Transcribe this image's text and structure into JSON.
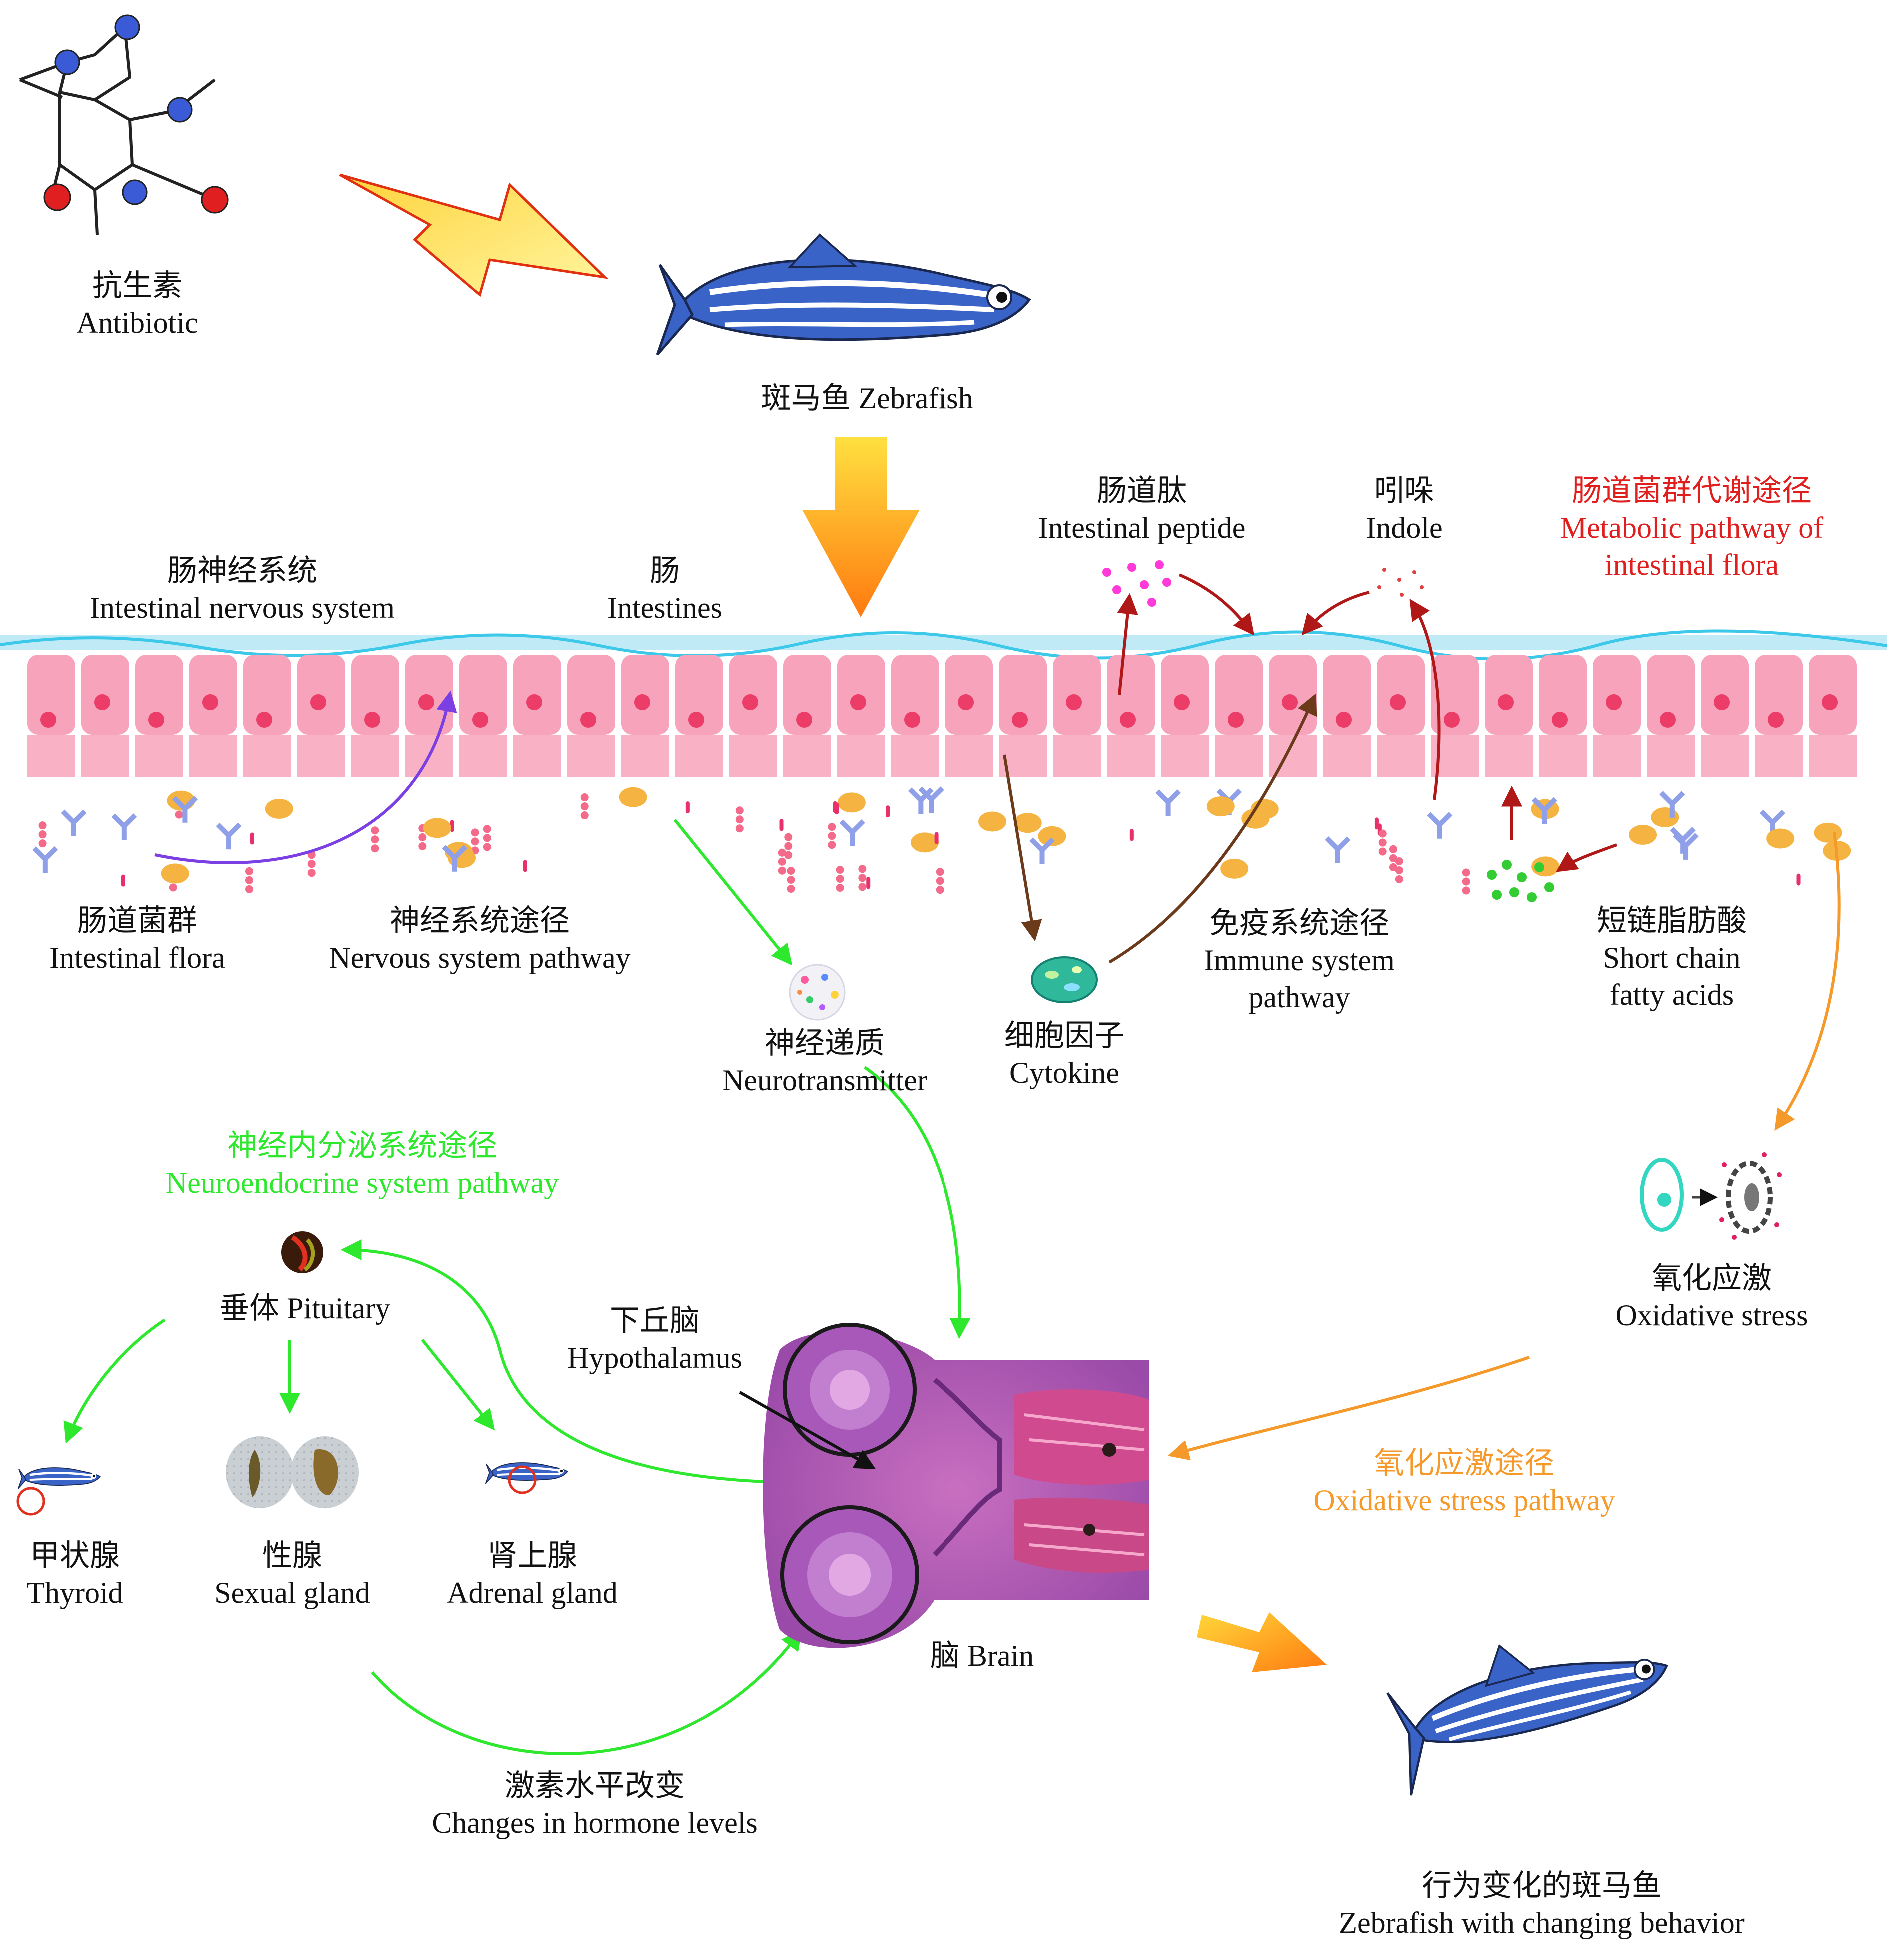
{
  "colors": {
    "green": "#2ee82e",
    "red": "#e01e1e",
    "orange": "#f59a2a",
    "purple": "#7b3fe4",
    "brown": "#6b3a1a",
    "darkred": "#b01818",
    "cell": "#f7a3bb",
    "nucleus": "#ec3d68",
    "mucus": "#3cc8e8",
    "fish_blue": "#3a63c8"
  },
  "icons": [
    "caffeine-molecule-icon",
    "lightning-arrow-icon",
    "zebrafish-icon",
    "down-arrow-icon",
    "brain-section-image",
    "pituitary-icon",
    "gonad-icon",
    "neurotransmitter-icon",
    "cytokine-icon",
    "oxidative-cell-icon"
  ],
  "labels": {
    "antibiotic_cn": "抗生素",
    "antibiotic_en": "Antibiotic",
    "zebrafish": "斑马鱼 Zebrafish",
    "ens_cn": "肠神经系统",
    "ens_en": "Intestinal nervous system",
    "intestines_cn": "肠",
    "intestines_en": "Intestines",
    "peptide_cn": "肠道肽",
    "peptide_en": "Intestinal peptide",
    "indole_cn": "吲哚",
    "indole_en": "Indole",
    "metabolic_cn": "肠道菌群代谢途径",
    "metabolic_en1": "Metabolic pathway of",
    "metabolic_en2": "intestinal flora",
    "flora_cn": "肠道菌群",
    "flora_en": "Intestinal flora",
    "nervous_cn": "神经系统途径",
    "nervous_en": "Nervous system pathway",
    "immune_cn": "免疫系统途径",
    "immune_en1": "Immune system",
    "immune_en2": "pathway",
    "scfa_cn": "短链脂肪酸",
    "scfa_en1": "Short chain",
    "scfa_en2": "fatty acids",
    "neurotransmitter_cn": "神经递质",
    "neurotransmitter_en": "Neurotransmitter",
    "cytokine_cn": "细胞因子",
    "cytokine_en": "Cytokine",
    "neuroendo_cn": "神经内分泌系统途径",
    "neuroendo_en": "Neuroendocrine system pathway",
    "pituitary": "垂体 Pituitary",
    "hypothalamus_cn": "下丘脑",
    "hypothalamus_en": "Hypothalamus",
    "oxstress_cn": "氧化应激",
    "oxstress_en": "Oxidative stress",
    "thyroid_cn": "甲状腺",
    "thyroid_en": "Thyroid",
    "sexual_cn": "性腺",
    "sexual_en": "Sexual gland",
    "adrenal_cn": "肾上腺",
    "adrenal_en": "Adrenal gland",
    "brain": "脑 Brain",
    "oxpath_cn": "氧化应激途径",
    "oxpath_en": "Oxidative stress pathway",
    "hormone_cn": "激素水平改变",
    "hormone_en": "Changes in hormone levels",
    "behavior_cn": "行为变化的斑马鱼",
    "behavior_en": "Zebrafish with changing behavior"
  }
}
